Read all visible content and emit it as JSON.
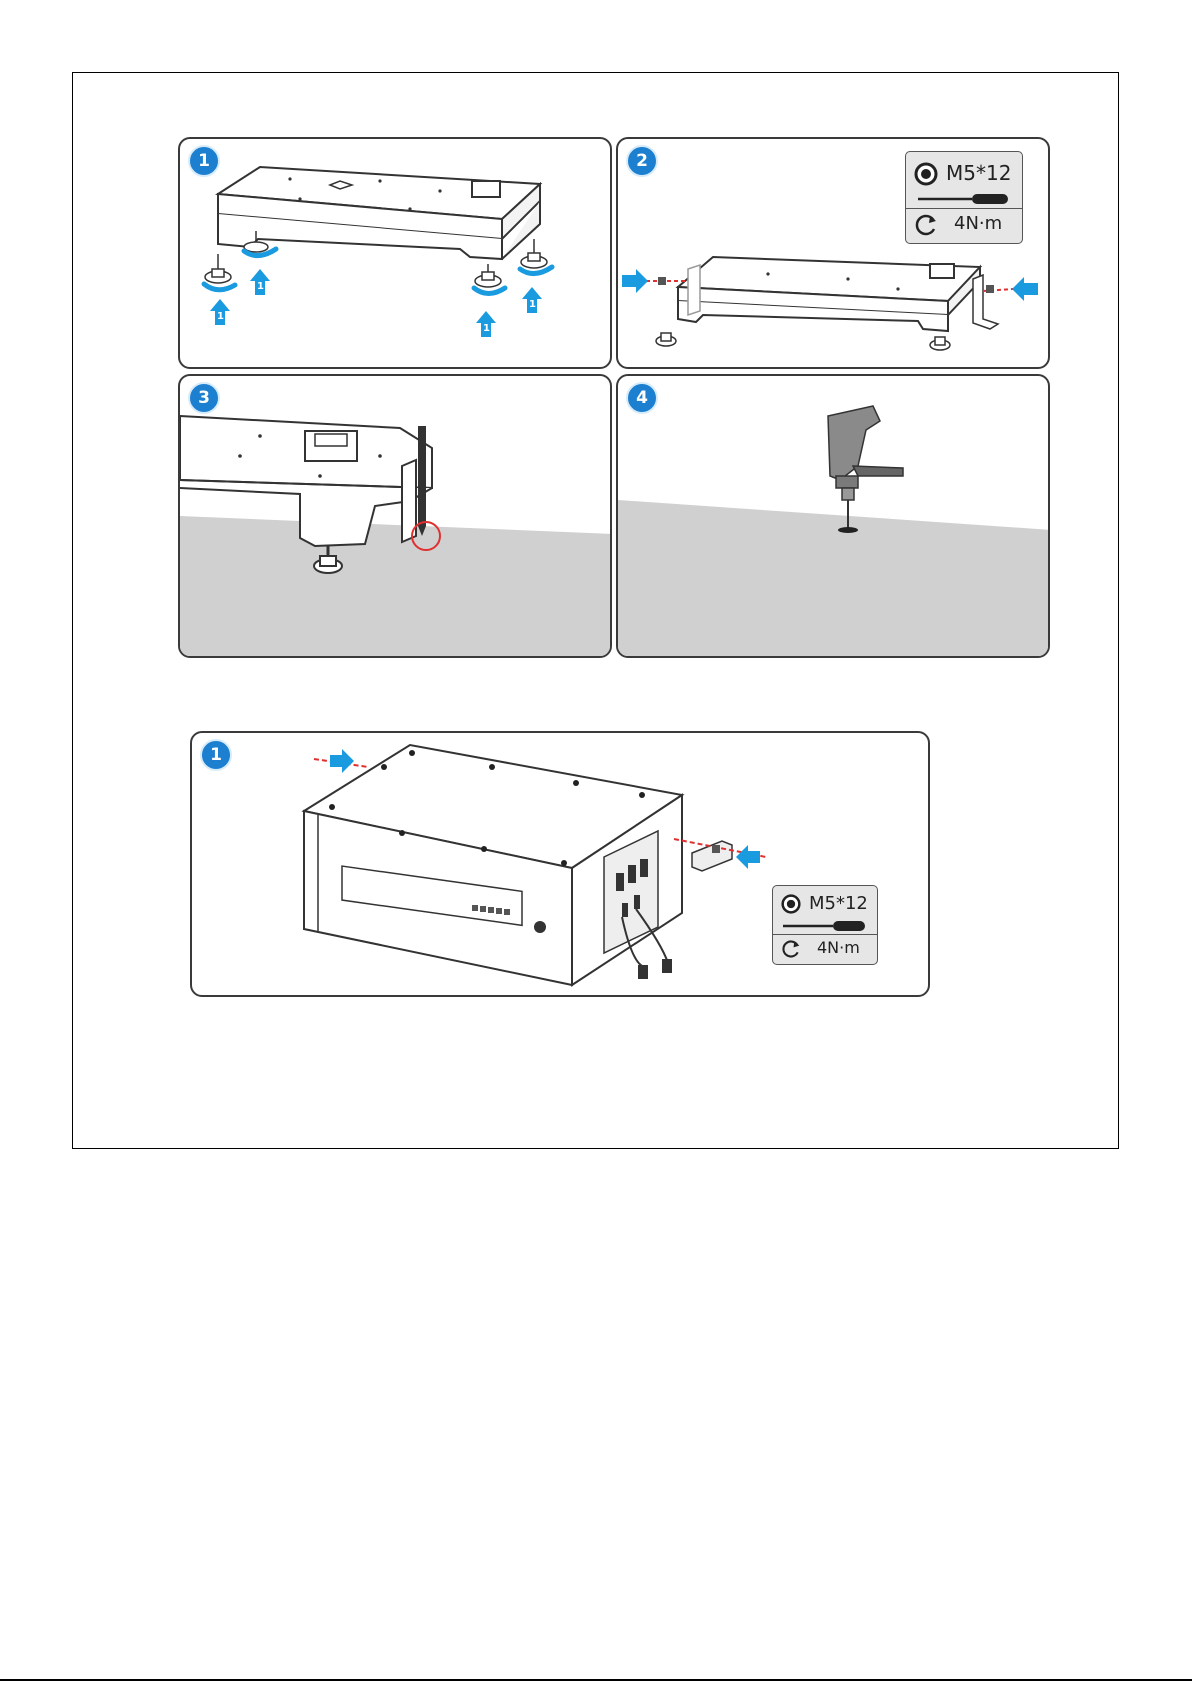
{
  "steps_top": [
    {
      "number": "1"
    },
    {
      "number": "2",
      "spec": {
        "screw": "M5*12",
        "torque": "4N·m"
      }
    },
    {
      "number": "3"
    },
    {
      "number": "4"
    }
  ],
  "steps_bottom": [
    {
      "number": "1",
      "spec": {
        "screw": "M5*12",
        "torque": "4N·m"
      }
    }
  ],
  "colors": {
    "accent": "#1d7fcf",
    "arrow": "#1a9be0",
    "highlight": "#e03030",
    "floor": "#d0d0d0",
    "panel_border": "#3a3a3a"
  },
  "icons": [
    "washer-icon",
    "screwdriver-icon",
    "torque-rotate-icon",
    "up-arrow-icon",
    "push-arrow-icon",
    "drill-icon"
  ]
}
